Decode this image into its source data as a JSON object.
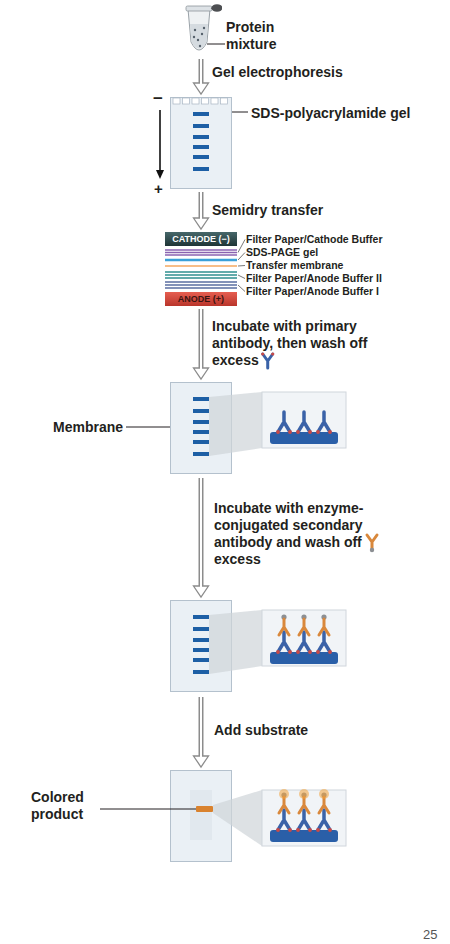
{
  "diagram": {
    "nodes": [
      {
        "text": [
          "Protein mixture"
        ]
      },
      {
        "text": [
          "SDS-polyacrylamide gel"
        ]
      },
      {
        "text": [
          "CATHODE (−)"
        ]
      },
      {
        "text": [
          "ANODE (+)"
        ]
      },
      {
        "text": [
          "Membrane"
        ]
      },
      {
        "text": [
          "Colored product"
        ]
      }
    ],
    "edges": [
      {
        "from": 0,
        "to": 1,
        "label": "Gel electrophoresis",
        "arrow": "to"
      },
      {
        "from": 1,
        "to": 2,
        "label": "Semidry transfer",
        "arrow": "to"
      },
      {
        "from": 3,
        "to": 4,
        "label": "Incubate with primary antibody, then wash off excess",
        "arrow": "to"
      }
    ],
    "labels": [
      "−",
      "+",
      "Filter Paper/Cathode Buffer",
      "SDS-PAGE gel",
      "Transfer membrane",
      "Filter Paper/Anode Buffer II",
      "Filter Paper/Anode Buffer I",
      "Incubate with enzyme-conjugated secondary antibody and wash off excess",
      "Add substrate",
      "25"
    ]
  }
}
